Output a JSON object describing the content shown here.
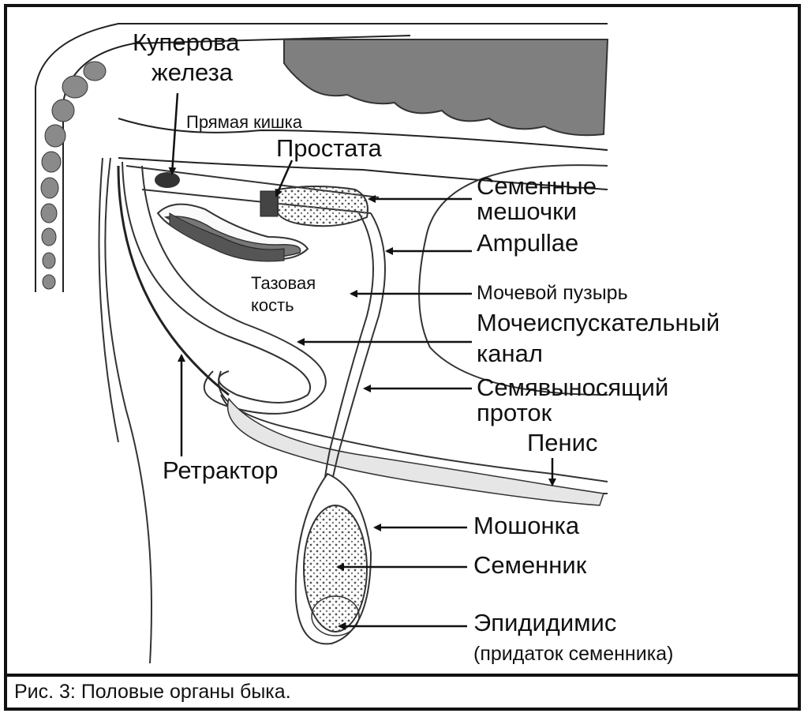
{
  "figure": {
    "caption": "Рис. 3:  Половые органы быка."
  },
  "labels": {
    "cowper_gland": [
      "Куперова",
      "железа"
    ],
    "rectum": "Прямая кишка",
    "prostate": "Простата",
    "seminal_vesicles": [
      "Семенные",
      "мешочки"
    ],
    "ampullae": "Ampullae",
    "pelvic_bone": [
      "Тазовая",
      "кость"
    ],
    "bladder": "Мочевой пузырь",
    "urethra": [
      "Мочеиспускательный",
      "канал"
    ],
    "vas_deferens": [
      "Семявыносящий",
      "проток"
    ],
    "penis": "Пенис",
    "retractor": "Ретрактор",
    "scrotum": "Мошонка",
    "testis": "Семенник",
    "epididymis": [
      "Эпидидимис",
      "(придаток семенника)"
    ]
  }
}
